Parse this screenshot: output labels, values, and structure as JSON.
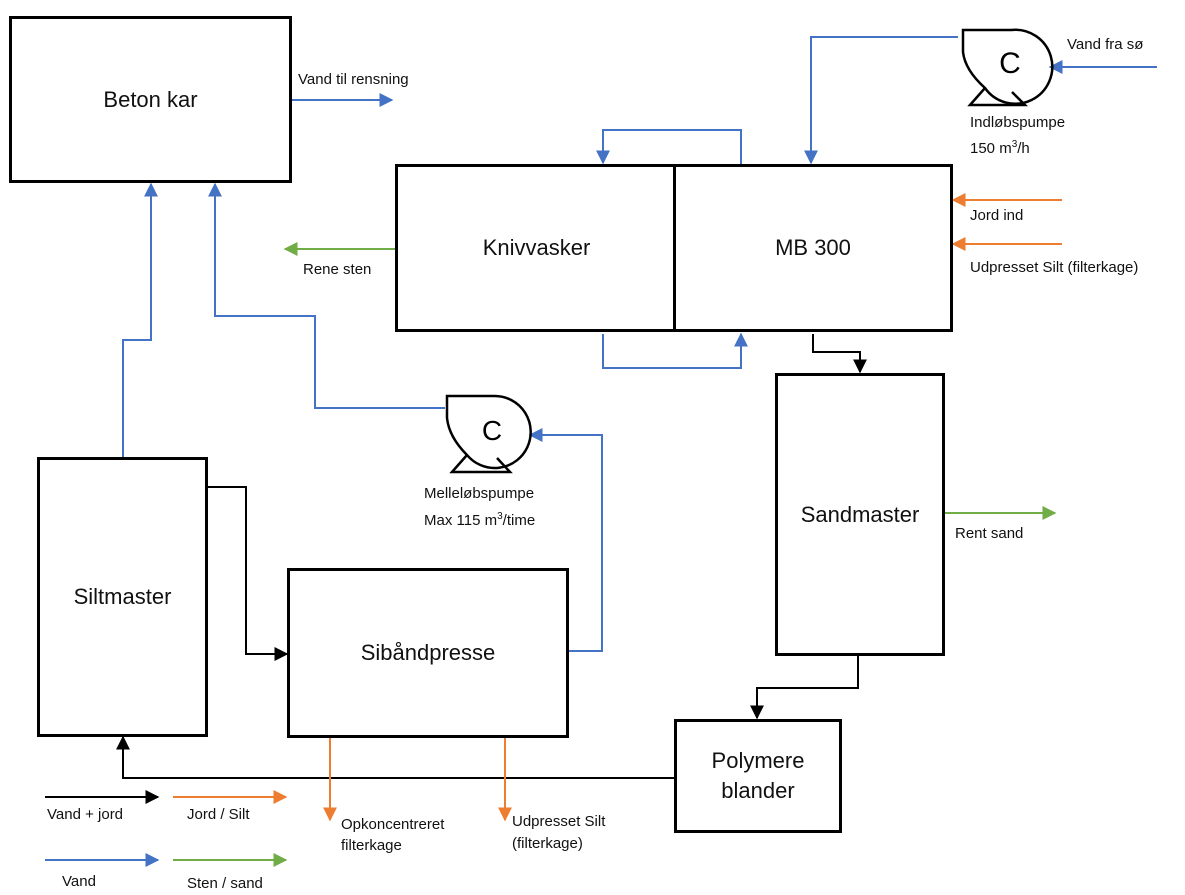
{
  "colors": {
    "water_soil": "#000000",
    "water": "#4472C4",
    "soil_silt": "#ED7D31",
    "stone_sand": "#70AD47"
  },
  "boxes": {
    "beton_kar": "Beton kar",
    "knivvasker": "Knivvasker",
    "mb300": "MB 300",
    "sandmaster": "Sandmaster",
    "siltmaster": "Siltmaster",
    "sibaandpresse": "Sibåndpresse",
    "polymere_blander": "Polymere blander"
  },
  "labels": {
    "vand_til_rensning": "Vand til rensning",
    "vand_fra_so": "Vand fra sø",
    "indlobspumpe": "Indløbspumpe",
    "indlobspumpe_rate_value": "150 m",
    "indlobspumpe_rate_sup": "3",
    "indlobspumpe_rate_unit": "/h",
    "jord_ind": "Jord ind",
    "udpresset_silt_filterkage": "Udpresset Silt (filterkage)",
    "rene_sten": "Rene sten",
    "mellelobspumpe": "Melleløbspumpe",
    "mellelobspumpe_rate_value": "Max 115 m",
    "mellelobspumpe_rate_sup": "3",
    "mellelobspumpe_rate_unit": "/time",
    "rent_sand": "Rent sand",
    "opkoncentreret_line1": "Opkoncentreret",
    "opkoncentreret_line2": "filterkage",
    "udpresset_line1": "Udpresset Silt",
    "udpresset_line2": "(filterkage)"
  },
  "legend": {
    "vand_jord": "Vand + jord",
    "jord_silt": "Jord / Silt",
    "vand": "Vand",
    "sten_sand": "Sten / sand"
  },
  "pump_symbol": "C"
}
